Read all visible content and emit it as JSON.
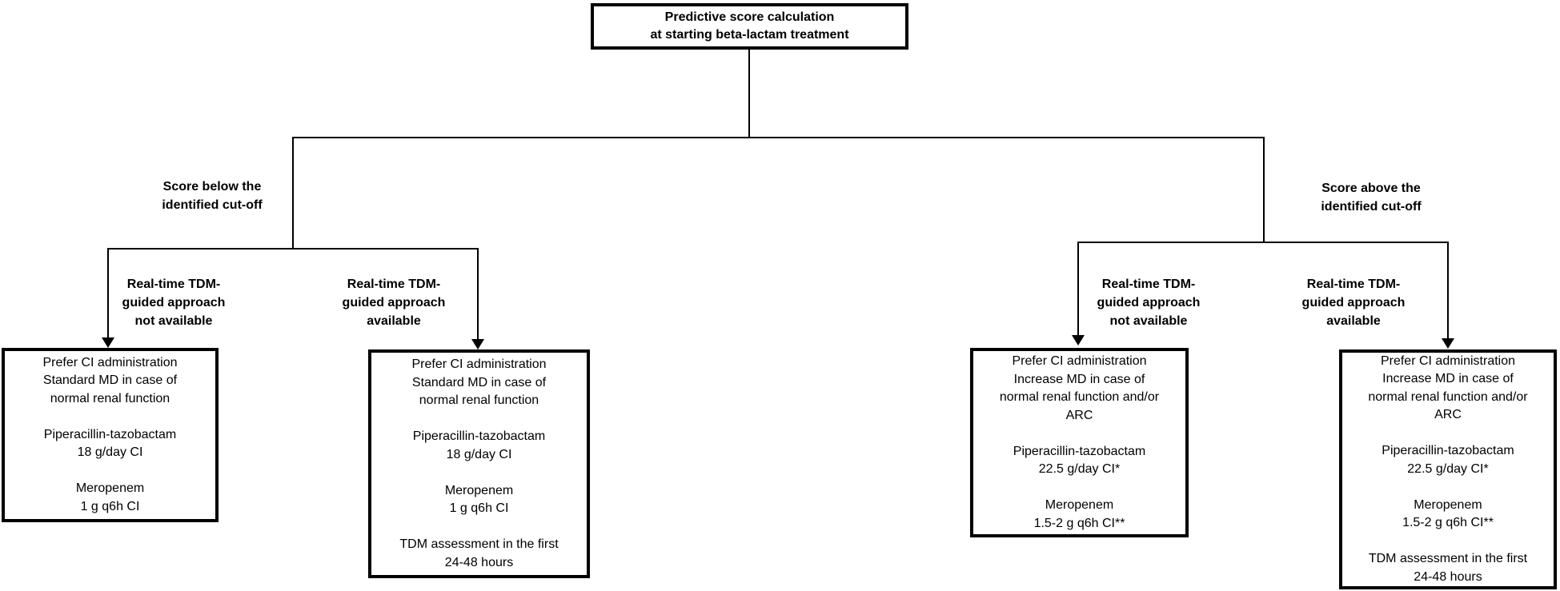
{
  "root": {
    "title": "Predictive score calculation\nat starting beta-lactam treatment"
  },
  "branches": {
    "left": {
      "condition": "Score below the\nidentified cut-off",
      "options": [
        {
          "label": "Real-time TDM-\nguided approach\nnot available",
          "outcome": "Prefer CI administration\nStandard MD in case of\nnormal renal function\n\nPiperacillin-tazobactam\n18 g/day CI\n\nMeropenem\n1 g q6h CI"
        },
        {
          "label": "Real-time TDM-\nguided approach\navailable",
          "outcome": "Prefer CI administration\nStandard MD in case of\nnormal renal function\n\nPiperacillin-tazobactam\n18 g/day CI\n\nMeropenem\n1 g q6h CI\n\nTDM assessment in the first\n24-48 hours"
        }
      ]
    },
    "right": {
      "condition": "Score above the\nidentified cut-off",
      "options": [
        {
          "label": "Real-time TDM-\nguided approach\nnot available",
          "outcome": "Prefer CI administration\nIncrease MD in case of\nnormal renal function and/or\nARC\n\nPiperacillin-tazobactam\n22.5 g/day CI*\n\nMeropenem\n1.5-2 g q6h CI**"
        },
        {
          "label": "Real-time TDM-\nguided approach\navailable",
          "outcome": "Prefer CI administration\nIncrease MD in case of\nnormal renal function and/or\nARC\n\nPiperacillin-tazobactam\n22.5 g/day CI*\n\nMeropenem\n1.5-2 g q6h CI**\n\nTDM assessment in the first\n24-48 hours"
        }
      ]
    }
  },
  "colors": {
    "line": "#000000",
    "box_border": "#000000",
    "text": "#000000",
    "background": "#ffffff"
  }
}
